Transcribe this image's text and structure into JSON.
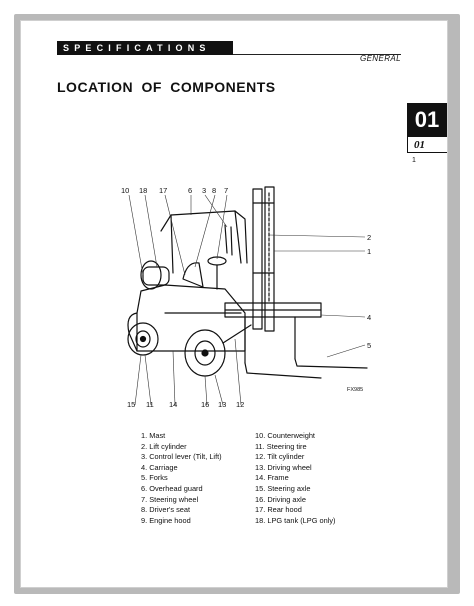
{
  "header": {
    "section_label": "SPECIFICATIONS",
    "sub_label": "GENERAL",
    "title": "LOCATION OF COMPONENTS"
  },
  "chapter": {
    "number": "01",
    "sub_number": "01",
    "page": "1"
  },
  "diagram": {
    "figure_code": "FX985",
    "callouts": [
      "10",
      "18",
      "17",
      "6",
      "3",
      "8",
      "7",
      "2",
      "1",
      "4",
      "5",
      "15",
      "11",
      "14",
      "16",
      "13",
      "12"
    ]
  },
  "legend_left": [
    "1. Mast",
    "2. Lift cylinder",
    "3. Control lever (Tilt, Lift)",
    "4. Carriage",
    "5. Forks",
    "6. Overhead guard",
    "7. Steering wheel",
    "8. Driver's seat",
    "9. Engine hood"
  ],
  "legend_right": [
    "10. Counterweight",
    "11. Steering tire",
    "12. Tilt cylinder",
    "13. Driving wheel",
    "14. Frame",
    "15. Steering axle",
    "16. Driving axle",
    "17. Rear hood",
    "18. LPG tank (LPG only)"
  ]
}
